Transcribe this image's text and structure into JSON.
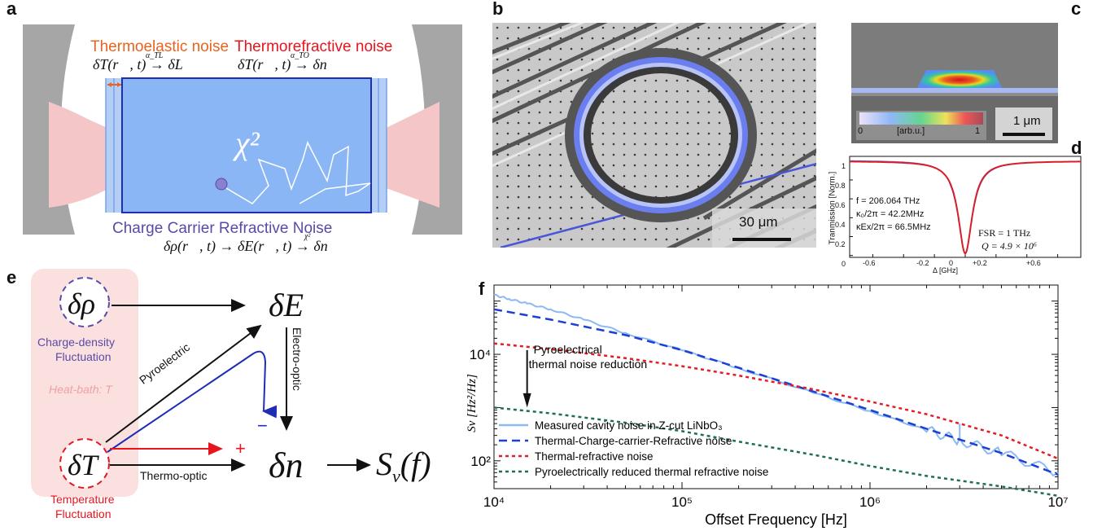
{
  "panels": {
    "a": "a",
    "b": "b",
    "c": "c",
    "d": "d",
    "e": "e",
    "f": "f"
  },
  "panel_a": {
    "thermoelastic_title": "Thermoelastic noise",
    "thermorefractive_title": "Thermorefractive noise",
    "thermoelastic_eq": "δT(r⃗, t) → δL",
    "thermoelastic_eq_sup": "α_TL",
    "thermorefractive_eq": "δT(r⃗, t) → δn",
    "thermorefractive_eq_sup": "α_TO",
    "chi": "χ²",
    "charge_title": "Charge Carrier Refractive Noise",
    "charge_eq": "δρ(r⃗, t) → δE(r⃗, t) → δn",
    "charge_eq_sup": "χ²",
    "colors": {
      "orange": "#e8641e",
      "red": "#e8141e",
      "purple": "#5a4aa8",
      "blue_box": "#8ab6f5",
      "pink": "#f5c6c8",
      "gray": "#a6a6a6"
    }
  },
  "panel_b": {
    "scale_bar": "30 μm"
  },
  "panel_c": {
    "cbar_min": "0",
    "cbar_unit": "[arb.u.]",
    "cbar_max": "1",
    "scale_bar": "1 μm"
  },
  "panel_d": {
    "ylabel": "Tranmission [Norm.]",
    "xlabel": "Δ [GHz]",
    "yticks": [
      "1",
      "0.8",
      "0.6",
      "0.4",
      "0.2",
      "0"
    ],
    "xticks": [
      "-0.6",
      "-0.2",
      "0",
      "+0.2",
      "+0.6"
    ],
    "ann_f": "f = 206.064 THz",
    "ann_k0": "κ₀/2π = 42.2MHz",
    "ann_kex": "κEx/2π = 66.5MHz",
    "ann_fsr": "FSR = 1  THz",
    "ann_q": "Q = 4.9 × 10⁶"
  },
  "panel_e": {
    "drho": "δρ",
    "dE": "δE",
    "dT": "δT",
    "dn": "δn",
    "Sf": "S",
    "Sf_sub": "ν",
    "Sf_arg": "(f)",
    "charge_label_1": "Charge-density",
    "charge_label_2": "Fluctuation",
    "heat_bath": "Heat-bath: T",
    "pyroelectric": "Pyroelectric",
    "electro_optic": "Electro-optic",
    "thermo_optic": "Thermo-optic",
    "minus": "−",
    "plus": "+",
    "temp_label_1": "Temperature",
    "temp_label_2": "Fluctuation"
  },
  "chart_data": {
    "type": "line",
    "xlabel": "Offset Frequency [Hz]",
    "ylabel": "Sν [Hz²/Hz]",
    "xscale": "log",
    "yscale": "log",
    "xlim": [
      10000,
      10000000
    ],
    "ylim": [
      30,
      200000
    ],
    "xticks": [
      "10⁴",
      "10⁵",
      "10⁶",
      "10⁷"
    ],
    "yticks": [
      "10²",
      "10⁴"
    ],
    "annotation_1": "Pyroelectrical",
    "annotation_2": "thermal noise reduction",
    "legend_position": "bottom-left",
    "series": [
      {
        "name": "Measured cavity noise in Z-cut LiNbO₃",
        "color": "#8cbaf0",
        "style": "solid",
        "x": [
          10000,
          12000,
          15000,
          20000,
          30000,
          50000,
          100000,
          200000,
          500000,
          1000000,
          2000000,
          3000000,
          5000000,
          10000000
        ],
        "y": [
          130000,
          110000,
          90000,
          70000,
          45000,
          25000,
          12000,
          5500,
          1900,
          850,
          380,
          240,
          140,
          60
        ]
      },
      {
        "name": "Thermal-Charge-carrier-Refractive noise",
        "color": "#1c3fd4",
        "style": "dashed",
        "x": [
          10000,
          20000,
          50000,
          100000,
          200000,
          500000,
          1000000,
          2000000,
          5000000,
          10000000
        ],
        "y": [
          70000,
          45000,
          23000,
          12000,
          5600,
          2000,
          900,
          400,
          140,
          55
        ]
      },
      {
        "name": "Thermal-refractive noise",
        "color": "#e51c23",
        "style": "dotted",
        "x": [
          10000,
          20000,
          50000,
          100000,
          200000,
          500000,
          1000000,
          2000000,
          5000000,
          10000000
        ],
        "y": [
          16000,
          12500,
          8500,
          6000,
          4000,
          2200,
          1300,
          750,
          300,
          110
        ]
      },
      {
        "name": "Pyroelectrically reduced thermal refractive noise",
        "color": "#1e6f4c",
        "style": "dotted",
        "x": [
          10000,
          20000,
          50000,
          100000,
          200000,
          500000,
          1000000,
          2000000,
          5000000,
          10000000
        ],
        "y": [
          1000,
          780,
          520,
          360,
          230,
          130,
          80,
          52,
          33,
          22
        ]
      }
    ]
  }
}
